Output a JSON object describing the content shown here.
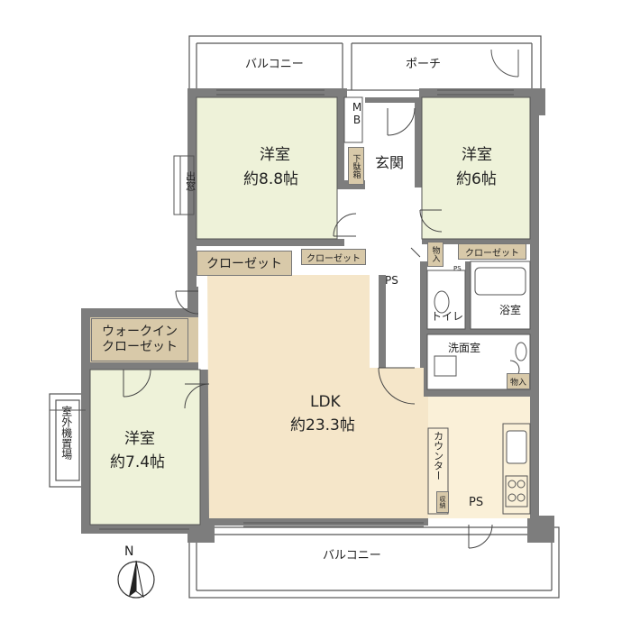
{
  "rooms": {
    "bedroom1": {
      "name": "洋室",
      "size": "約8.8帖"
    },
    "bedroom2": {
      "name": "洋室",
      "size": "約6帖"
    },
    "bedroom3": {
      "name": "洋室",
      "size": "約7.4帖"
    },
    "ldk": {
      "name": "LDK",
      "size": "約23.3帖"
    }
  },
  "labels": {
    "balcony_top": "バルコニー",
    "porch": "ポーチ",
    "balcony_bottom": "バルコニー",
    "mb": "MB",
    "shoe_box": "下駄箱",
    "entrance": "玄関",
    "bay_window": "出窓",
    "closet_main": "クローゼット",
    "closet_small1": "クローゼット",
    "closet_small2": "クローゼット",
    "storage1": "物入",
    "storage2": "物入",
    "ps1": "PS",
    "ps2": "PS",
    "ps_small": "PS",
    "toilet": "トイレ",
    "bathroom": "浴室",
    "washroom": "洗面室",
    "walkin_line1": "ウォークイン",
    "walkin_line2": "クローゼット",
    "outdoor_unit": "室外機置場",
    "counter": "カウンター",
    "storage_small": "収納",
    "north": "N"
  },
  "colors": {
    "wall": "#7d7d7d",
    "room_green": "#eef2d9",
    "ldk_beige": "#f5e6c9",
    "kitchen": "#faf0d8",
    "tag_fill": "#d8c9a9",
    "wet_area": "#ffffff"
  }
}
